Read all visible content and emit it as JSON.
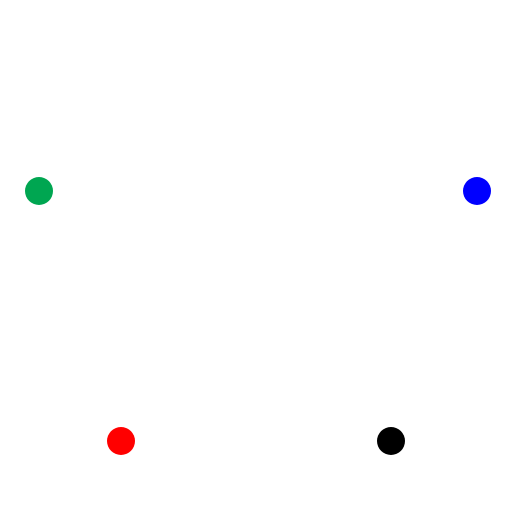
{
  "dots": [
    {
      "id": "green",
      "color": "#00a651"
    },
    {
      "id": "blue",
      "color": "#0000ff"
    },
    {
      "id": "red",
      "color": "#ff0000"
    },
    {
      "id": "black",
      "color": "#000000"
    }
  ]
}
